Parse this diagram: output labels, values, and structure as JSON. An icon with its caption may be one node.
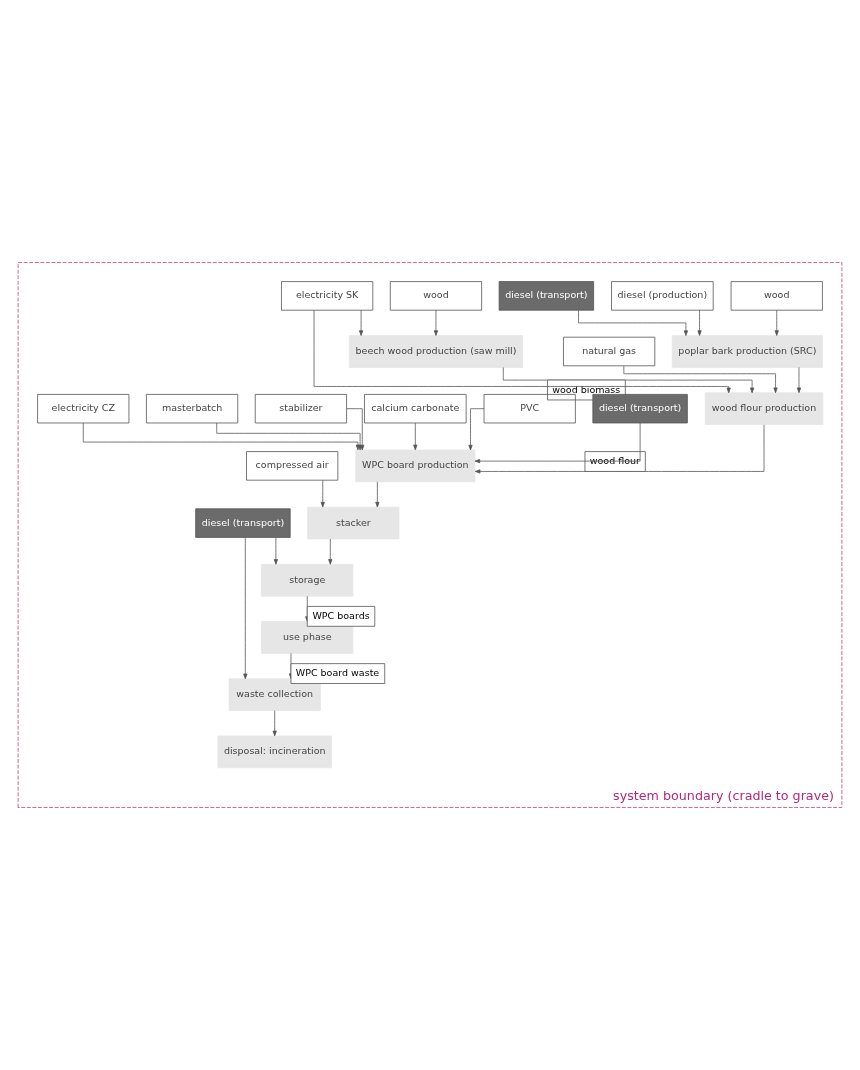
{
  "diagram": {
    "nodes": [
      {
        "text": [
          "system boundary (cradle to grave)"
        ]
      },
      {
        "text": [
          "wood"
        ],
        "in": 0
      },
      {
        "text": [
          "beech wood production (saw mill)"
        ],
        "in": 0
      },
      {
        "text": [
          "poplar bark production (SRC)"
        ],
        "in": 0
      },
      {
        "text": [
          "wood"
        ],
        "in": 0
      },
      {
        "text": [
          "diesel (production)"
        ],
        "in": 0
      },
      {
        "text": [
          "diesel (transport)"
        ],
        "in": 0
      },
      {
        "text": [
          "natural gas"
        ],
        "in": 0
      },
      {
        "text": [
          "electricity SK"
        ],
        "in": 0
      },
      {
        "text": [
          "wood flour production"
        ],
        "in": 0
      },
      {
        "text": [
          "diesel (transport)"
        ],
        "in": 0
      },
      {
        "text": [
          "PVC"
        ],
        "in": 0
      },
      {
        "text": [
          "calcium carbonate"
        ],
        "in": 0
      },
      {
        "text": [
          "stabilizer"
        ],
        "in": 0
      },
      {
        "text": [
          "masterbatch"
        ],
        "in": 0
      },
      {
        "text": [
          "electricity CZ"
        ],
        "in": 0
      },
      {
        "text": [
          "WPC board production"
        ],
        "in": 0
      },
      {
        "text": [
          "stacker"
        ],
        "in": 0
      },
      {
        "text": [
          "compressed air"
        ],
        "in": 0
      },
      {
        "text": [
          "storage"
        ],
        "in": 0
      },
      {
        "text": [
          "use phase"
        ],
        "in": 0
      },
      {
        "text": [
          "waste collection"
        ],
        "in": 0
      },
      {
        "text": [
          "disposal: incineration"
        ],
        "in": 0
      },
      {
        "text": [
          "diesel (transport)"
        ],
        "in": 0
      }
    ],
    "edges": [
      {
        "from": 1,
        "to": 2,
        "arrow": "to"
      },
      {
        "from": 8,
        "to": 2,
        "arrow": "to"
      },
      {
        "from": 4,
        "to": 3,
        "arrow": "to"
      },
      {
        "from": 5,
        "to": 3,
        "arrow": "to"
      },
      {
        "from": 6,
        "to": 3,
        "arrow": "to"
      },
      {
        "from": 2,
        "to": 9,
        "arrow": "to",
        "label": "wood biomass"
      },
      {
        "from": 3,
        "to": 9,
        "arrow": "to"
      },
      {
        "from": 7,
        "to": 9,
        "arrow": "to"
      },
      {
        "from": 8,
        "to": 9,
        "arrow": "to"
      },
      {
        "from": 9,
        "to": 16,
        "arrow": "to",
        "label": "wood flour"
      },
      {
        "from": 10,
        "to": 16,
        "arrow": "to"
      },
      {
        "from": 11,
        "to": 16,
        "arrow": "to"
      },
      {
        "from": 12,
        "to": 16,
        "arrow": "to"
      },
      {
        "from": 13,
        "to": 16,
        "arrow": "to"
      },
      {
        "from": 14,
        "to": 16,
        "arrow": "to"
      },
      {
        "from": 15,
        "to": 16,
        "arrow": "to"
      },
      {
        "from": 16,
        "to": 17,
        "arrow": "to"
      },
      {
        "from": 18,
        "to": 17,
        "arrow": "to"
      },
      {
        "from": 17,
        "to": 19,
        "arrow": "to"
      },
      {
        "from": 23,
        "to": 19,
        "arrow": "to"
      },
      {
        "from": 19,
        "to": 20,
        "arrow": "to",
        "label": "WPC boards"
      },
      {
        "from": 20,
        "to": 21,
        "arrow": "to",
        "label": "WPC board waste"
      },
      {
        "from": 23,
        "to": 21,
        "arrow": "to"
      },
      {
        "from": 21,
        "to": 22,
        "arrow": "to"
      }
    ]
  }
}
